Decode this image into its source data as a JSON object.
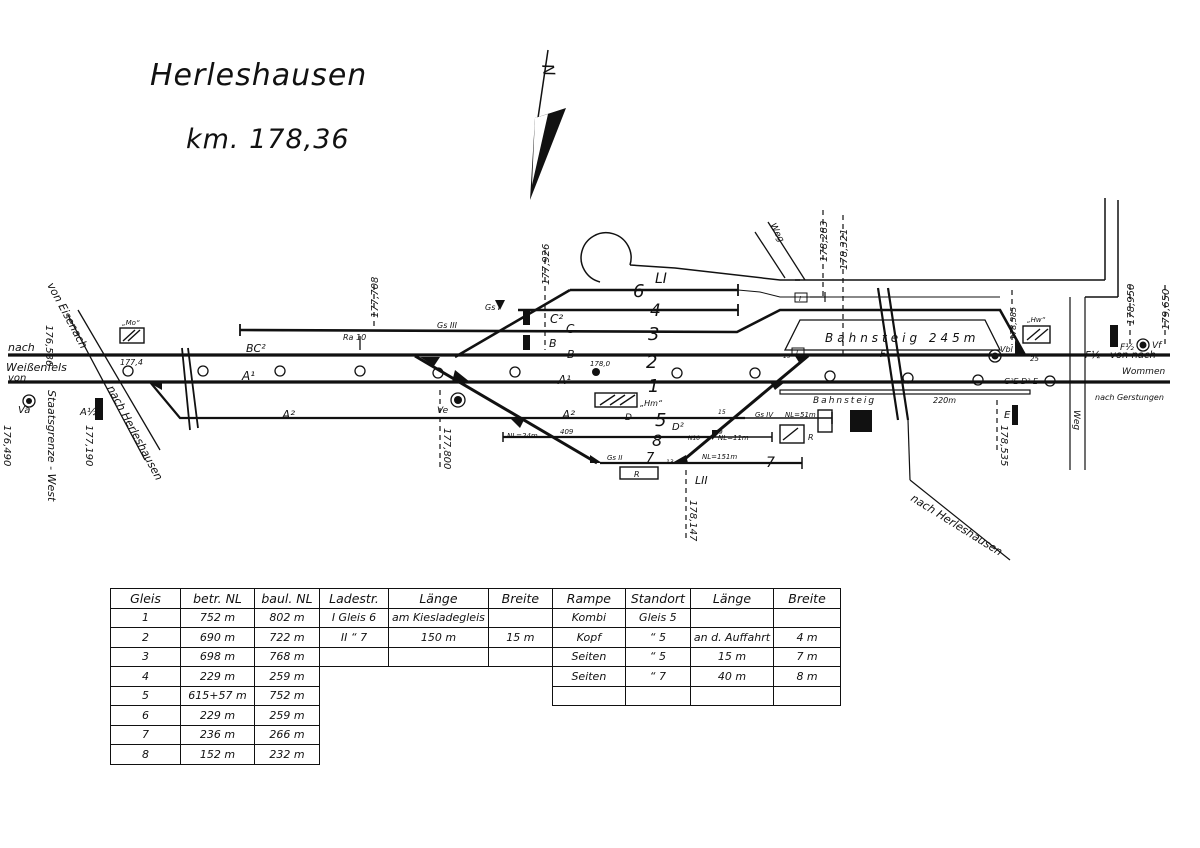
{
  "header": {
    "title": "Herleshausen",
    "km": "km. 178,36"
  },
  "north": "N",
  "labels": {
    "von_eisenach": "von Eisenach",
    "nach_herleshausen_w": "nach Herleshausen",
    "nach_w": "nach",
    "weissenfels": "Weißenfels",
    "von_w": "von",
    "km_176536": "176,536",
    "km_1774": "177,4",
    "staatsgrenze": "Staatsgrenze - West",
    "va": "Va",
    "km_176490": "176,490",
    "a_half": "A½",
    "km_177190": "177,190",
    "mo": "„Mo“",
    "bc2": "BC²",
    "a1_w": "A¹",
    "a2_w": "A²",
    "ra10": "Ra 10",
    "km_177708": "177,708",
    "gs3": "Gs III",
    "gs1": "Gs I",
    "c2": "C²",
    "c": "C",
    "b1": "B",
    "b2": "B",
    "km_177926": "177,926",
    "t6": "6",
    "l1": "LI",
    "t4": "4",
    "t3": "3",
    "t2": "2",
    "t1": "1",
    "t5": "5",
    "t8": "8",
    "t7a": "7",
    "t7b": "7",
    "km_1780": "178,0",
    "a1_m": "A¹",
    "hm": "„Hm“",
    "a2_m": "A²",
    "d": "D",
    "ve": "Ve",
    "km_177800": "177,800",
    "nl24": "NL=24m",
    "w409": "409",
    "d2": "D²",
    "n10": "N10",
    "nl11": "NL=11m",
    "gs2": "Gs II",
    "w13": "13",
    "nl151": "NL=151m",
    "l2": "LII",
    "km_178147": "178,147",
    "r1": "R",
    "w15": "15",
    "gs4": "Gs IV",
    "nl51": "NL=51m",
    "r2": "R",
    "bahnsteig1": "Bahnsteig",
    "m220": "220m",
    "bahnsteig2": "Bahnsteig 245m",
    "vbl": "Vbl",
    "w25": "25",
    "f": "F",
    "f_half": "F½",
    "von_nach": "von nach",
    "wommen": "Wommen",
    "nach_gerstungen": "nach Gerstungen",
    "ged": "G²E D² E",
    "hw": "„Hw“",
    "km_178585": "178,585",
    "km_178283": "178,283",
    "km_178321": "178,321",
    "km_178950": "178,950",
    "km_179650": "179,650",
    "f_half2": "F½",
    "vf": "Vf",
    "e": "E",
    "km_178535": "178,535",
    "weg1": "Weg",
    "weg2": "Weg",
    "nach_herleshausen_e": "nach Herleshausen",
    "w19": "19",
    "w49": "49",
    "sig_i1": "I",
    "sig_i2": "I"
  },
  "table": {
    "headers": [
      "Gleis",
      "betr. NL",
      "baul. NL",
      "Ladestr.",
      "Länge",
      "Breite",
      "Rampe",
      "Standort",
      "Länge",
      "Breite"
    ],
    "rows": [
      [
        "1",
        "752 m",
        "802 m",
        "I Gleis 6",
        "am Kiesladegleis",
        "",
        "Kombi",
        "Gleis 5",
        "",
        ""
      ],
      [
        "2",
        "690 m",
        "722 m",
        "II “ 7",
        "150 m",
        "15 m",
        "Kopf",
        "“ 5",
        "an d. Auffahrt",
        "4 m"
      ],
      [
        "3",
        "698 m",
        "768 m",
        "",
        "",
        "",
        "Seiten",
        "“ 5",
        "15 m",
        "7 m"
      ],
      [
        "4",
        "229 m",
        "259 m",
        "",
        "",
        "",
        "Seiten",
        "“ 7",
        "40 m",
        "8 m"
      ],
      [
        "5",
        "615+57 m",
        "752 m",
        "",
        "",
        "",
        "",
        "",
        "",
        ""
      ],
      [
        "6",
        "229 m",
        "259 m",
        "",
        "",
        "",
        "",
        "",
        "",
        ""
      ],
      [
        "7",
        "236 m",
        "266 m",
        "",
        "",
        "",
        "",
        "",
        "",
        ""
      ],
      [
        "8",
        "152 m",
        "232 m",
        "",
        "",
        "",
        "",
        "",
        "",
        ""
      ]
    ]
  }
}
